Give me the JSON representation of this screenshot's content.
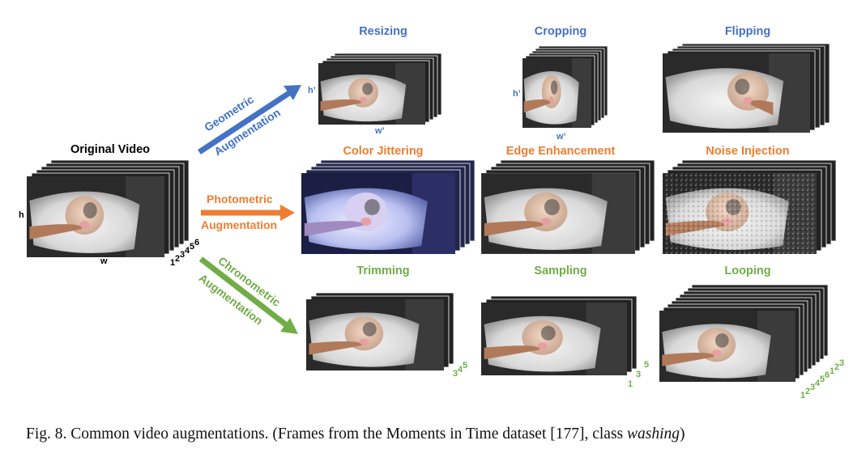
{
  "colors": {
    "geometric": "#4472C4",
    "photometric": "#ED7D31",
    "chronometric": "#70AD47",
    "black": "#000000"
  },
  "original": {
    "title": "Original Video",
    "h_label": "h",
    "w_label": "w",
    "frame_numbers": [
      "1",
      "2",
      "3",
      "4",
      "5",
      "6"
    ]
  },
  "arrows": {
    "geometric": [
      "Geometric",
      "Augmentation"
    ],
    "photometric": [
      "Photometric",
      "Augmentation"
    ],
    "chronometric": [
      "Chronometric",
      "Augmentation"
    ]
  },
  "geometric": {
    "resizing": {
      "title": "Resizing",
      "h": "h’",
      "w": "w’"
    },
    "cropping": {
      "title": "Cropping",
      "h": "h’",
      "w": "w’"
    },
    "flipping": {
      "title": "Flipping"
    }
  },
  "photometric": {
    "color_jittering": {
      "title": "Color Jittering"
    },
    "edge_enhancement": {
      "title": "Edge Enhancement"
    },
    "noise_injection": {
      "title": "Noise Injection"
    }
  },
  "chronometric": {
    "trimming": {
      "title": "Trimming",
      "frame_numbers": [
        "3",
        "4",
        "5"
      ]
    },
    "sampling": {
      "title": "Sampling",
      "frame_numbers": [
        "1",
        "3",
        "5"
      ]
    },
    "looping": {
      "title": "Looping",
      "frame_numbers": [
        "1",
        "2",
        "3",
        "4",
        "5",
        "6",
        "1",
        "2",
        "3"
      ]
    }
  },
  "caption": {
    "prefix": "Fig. 8.  Common video augmentations. (Frames from the Moments in Time dataset [177], class ",
    "class_name": "washing",
    "suffix": ")"
  }
}
